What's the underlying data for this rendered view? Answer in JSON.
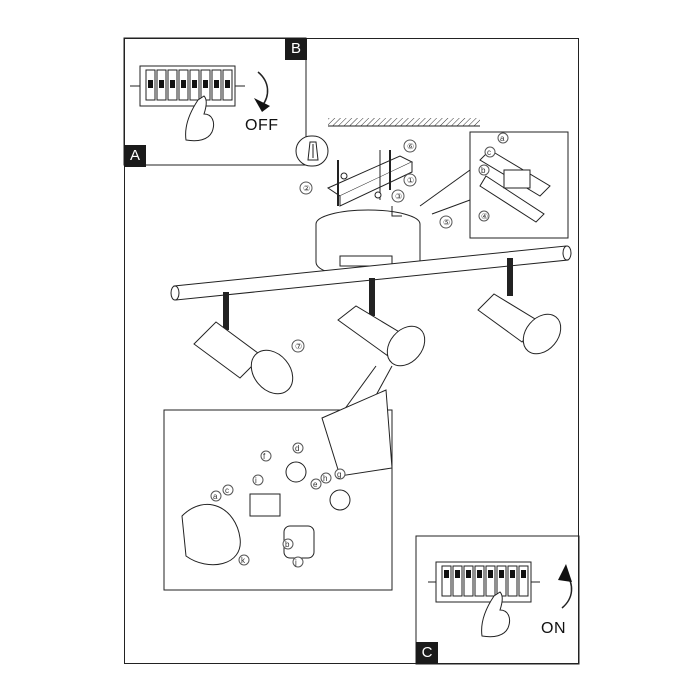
{
  "panels": {
    "B": {
      "tag": "B",
      "switch_label": "OFF"
    },
    "A": {
      "tag": "A"
    },
    "C": {
      "tag": "C",
      "switch_label": "ON"
    }
  },
  "steps": {
    "mount_steps": [
      "①",
      "②",
      "③",
      "④",
      "⑤",
      "⑥",
      "⑦"
    ],
    "inset_letters": [
      "a",
      "b",
      "c"
    ],
    "assembly_letters": [
      "a",
      "b",
      "c",
      "d",
      "e",
      "f",
      "g",
      "h",
      "i",
      "j",
      "k"
    ]
  }
}
